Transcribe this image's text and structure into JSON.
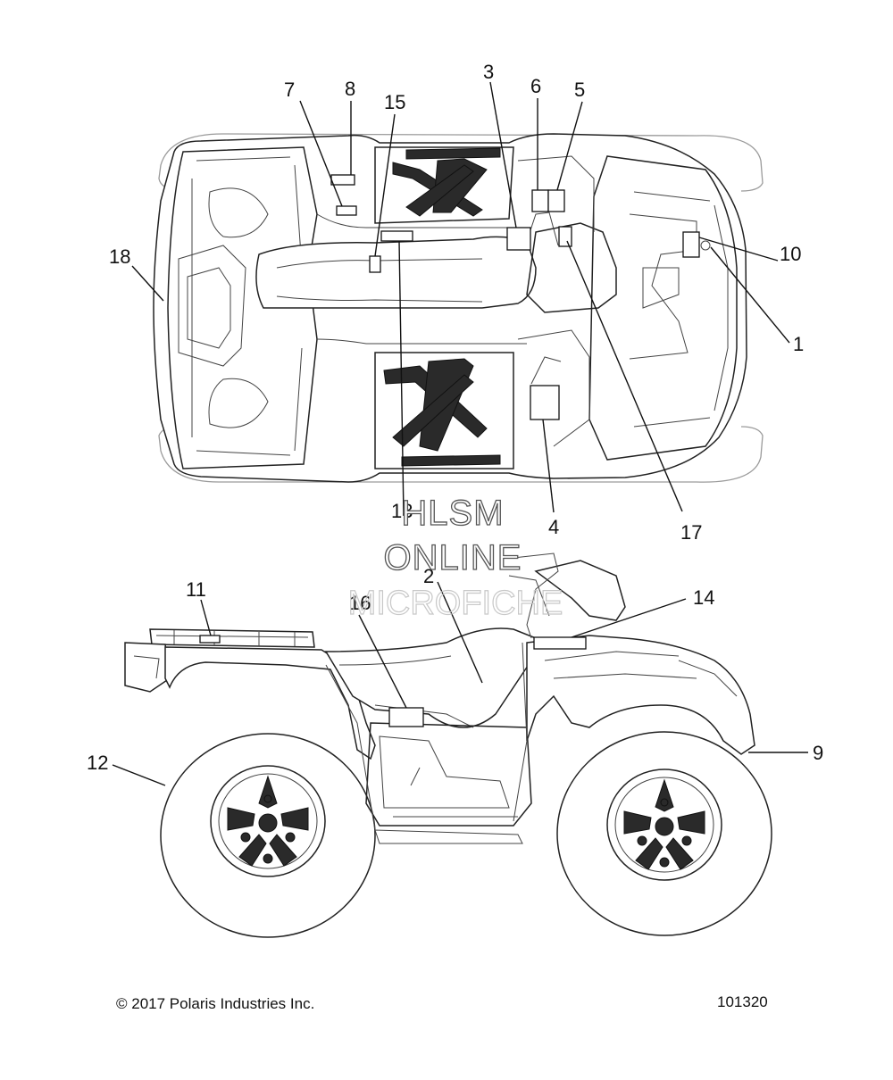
{
  "copyright": "© 2017 Polaris Industries Inc.",
  "diagram_number": "101320",
  "watermark": {
    "line1": "HLSM",
    "line2": "ONLINE",
    "line3": "MICROFICHE"
  },
  "callouts": {
    "c1": "1",
    "c2": "2",
    "c3": "3",
    "c4": "4",
    "c5": "5",
    "c6": "6",
    "c7": "7",
    "c8": "8",
    "c9": "9",
    "c10": "10",
    "c11": "11",
    "c12": "12",
    "c13": "13",
    "c14": "14",
    "c15": "15",
    "c16": "16",
    "c17": "17",
    "c18": "18"
  }
}
